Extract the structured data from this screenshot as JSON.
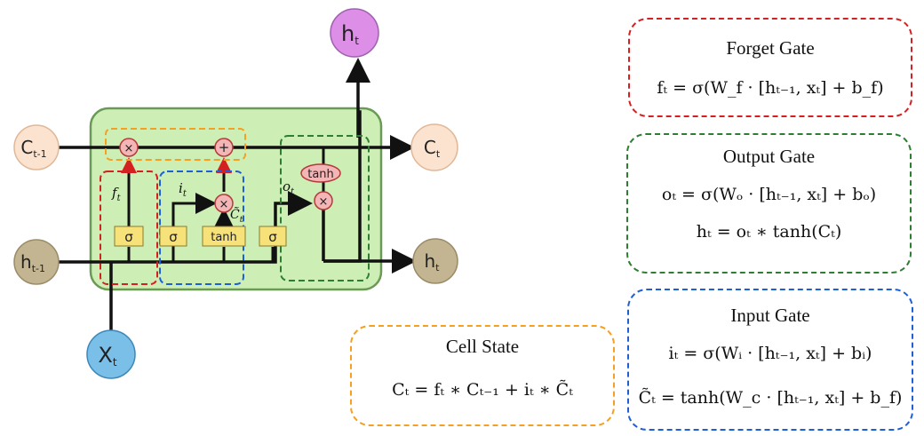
{
  "diagram": {
    "nodes": {
      "h_out": {
        "main": "h",
        "sub": "t"
      },
      "c_prev": {
        "main": "C",
        "sub": "t-1"
      },
      "c_next": {
        "main": "C",
        "sub": "t"
      },
      "h_prev": {
        "main": "h",
        "sub": "t-1"
      },
      "h_next": {
        "main": "h",
        "sub": "t"
      },
      "x_in": {
        "main": "X",
        "sub": "t"
      }
    },
    "ops": {
      "multiply": "×",
      "add": "+"
    },
    "activations": {
      "sigmoid": "σ",
      "tanh": "tanh"
    },
    "gate_labels": {
      "f": {
        "main": "f",
        "sub": "t"
      },
      "i": {
        "main": "i",
        "sub": "t"
      },
      "o": {
        "main": "o",
        "sub": "t"
      },
      "c": {
        "main": "C̃",
        "sub": "t"
      }
    }
  },
  "colors": {
    "cell_fill": "#cdefb5",
    "cell_border": "#6a9a55",
    "forget": "#d42020",
    "output": "#2e7d32",
    "input": "#1f5fd6",
    "cell_state": "#f5a020",
    "c_node": "#fbe3cf",
    "h_node": "#c3b592",
    "x_node": "#79bfe8",
    "h_out_node": "#dd8fe8",
    "op_node": "#f3b5b5",
    "act_box": "#f7e27a"
  },
  "forget_box": {
    "title": "Forget Gate",
    "equations": [
      "fₜ = σ(W_f · [hₜ₋₁, xₜ] + b_f)"
    ]
  },
  "output_box": {
    "title": "Output Gate",
    "equations": [
      "oₜ = σ(Wₒ · [hₜ₋₁, xₜ] + bₒ)",
      "hₜ = oₜ ∗ tanh(Cₜ)"
    ]
  },
  "input_box": {
    "title": "Input Gate",
    "equations": [
      "iₜ = σ(Wᵢ · [hₜ₋₁, xₜ] + bᵢ)",
      "C̃ₜ = tanh(W_c · [hₜ₋₁, xₜ] + b_f)"
    ]
  },
  "cell_box": {
    "title": "Cell State",
    "equations": [
      "Cₜ = fₜ ∗ Cₜ₋₁ + iₜ ∗ C̃ₜ"
    ]
  }
}
